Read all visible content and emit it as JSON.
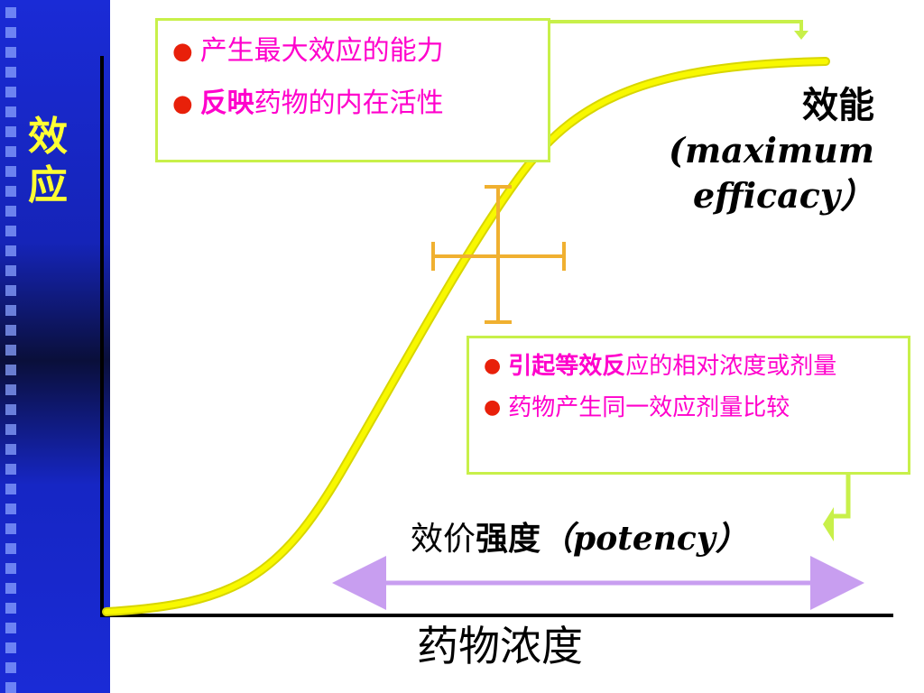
{
  "y_axis_label": "效应",
  "x_axis_label": "药物浓度",
  "efficacy_box": {
    "items": [
      {
        "prefix": "产生最大效应的能力",
        "rest": ""
      },
      {
        "prefix": "反映",
        "rest": "药物的内在活性"
      }
    ]
  },
  "efficacy_label": {
    "zh": "效能",
    "en_line1": "(maximum",
    "en_line2": "efficacy）"
  },
  "potency_box": {
    "items": [
      {
        "prefix": "引起等效反",
        "rest": "应的相对浓度或剂量"
      },
      {
        "prefix": "",
        "rest": "药物产生同一效应剂量比较"
      }
    ]
  },
  "potency_label": {
    "zh_normal": "效价",
    "zh_bold": "强度",
    "en": "（potency）"
  },
  "colors": {
    "curve": "#f2f200",
    "box_border": "#c8f04a",
    "bullet_text": "#ff00cc",
    "bullet_dot": "#e8200a",
    "crosshair": "#f0b030",
    "range_arrow": "#c89ef0",
    "y_label": "#ffff33",
    "sidebar": "#1a2bd6"
  }
}
